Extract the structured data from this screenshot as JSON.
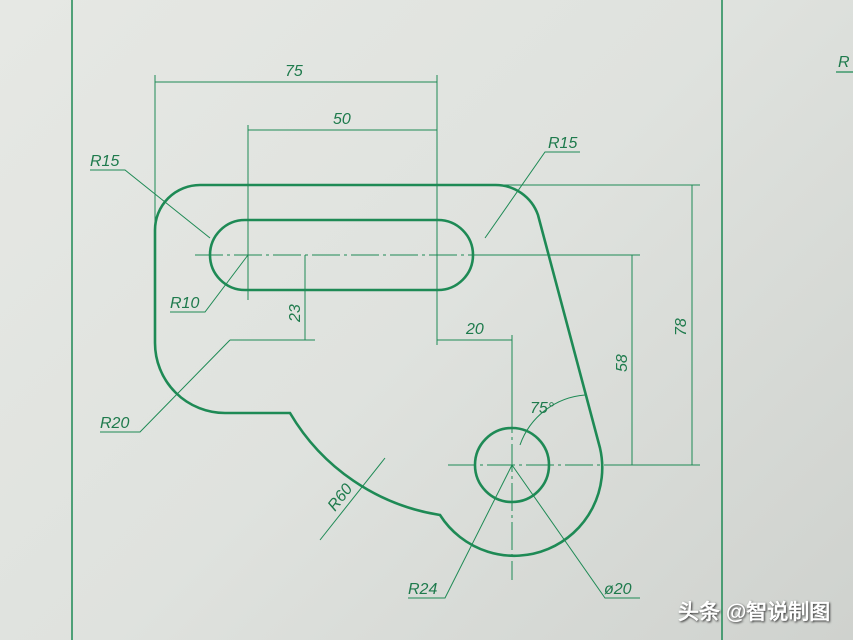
{
  "drawing": {
    "colors": {
      "line": "#1e8a55",
      "paper": "#e3e5e1"
    },
    "dimensions": {
      "overall_width": "75",
      "slot_length": "50",
      "top_left_radius": "R15",
      "top_right_radius": "R15",
      "slot_radius": "R10",
      "slot_offset": "23",
      "hole_offset_x": "20",
      "hole_offset_y": "58",
      "overall_height": "78",
      "angle": "75°",
      "bottom_left_radius": "R20",
      "concave_radius": "R60",
      "boss_radius": "R24",
      "hole_diameter": "ø20"
    },
    "adjacent_label": "R"
  },
  "watermark": "头条 @智说制图"
}
